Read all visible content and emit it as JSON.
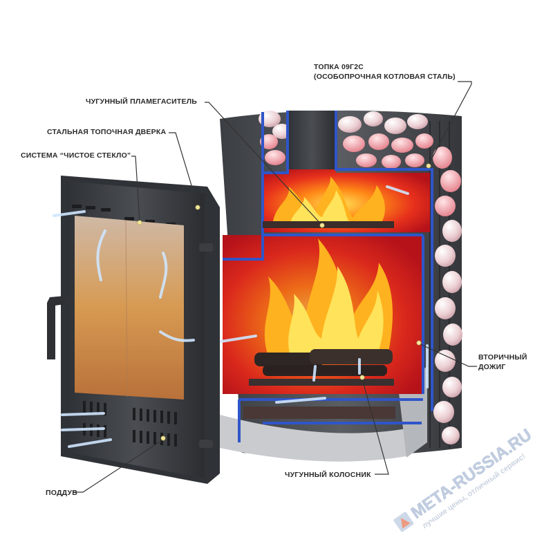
{
  "labels": {
    "topka_line1": "ТОПКА 09Г2С",
    "topka_line2": "(ОСОБОПРОЧНАЯ КОТЛОВАЯ СТАЛЬ)",
    "flame_damper": "ЧУГУННЫЙ ПЛАМЕГАСИТЕЛЬ",
    "steel_door": "СТАЛЬНАЯ ТОПОЧНАЯ ДВЕРКА",
    "clean_glass": "СИСТЕМА “ЧИСТОЕ СТЕКЛО”",
    "secondary_line1": "ВТОРИЧНЫЙ",
    "secondary_line2": "ДОЖИГ",
    "grate": "ЧУГУННЫЙ КОЛОСНИК",
    "blower": "ПОДДУВ"
  },
  "watermark": {
    "brand": "META-RUSSIA.RU",
    "slogan": "лучшие цены, отличный сервис!"
  },
  "colors": {
    "text": "#2a2a2a",
    "leader": "#333333",
    "marker": "#f3e79a",
    "firebox": "#c8141c",
    "steel_outline": "#2f55c9",
    "door_metal": "#3a3d42",
    "airflow": "#cfe6ff",
    "watermark": "#b8c6dc"
  }
}
